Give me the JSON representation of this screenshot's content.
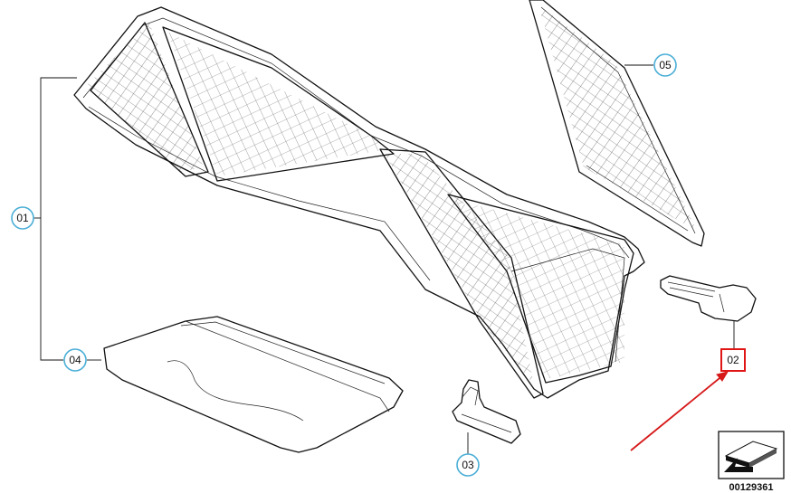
{
  "callouts": [
    {
      "id": "c01",
      "label": "01"
    },
    {
      "id": "c02",
      "label": "02"
    },
    {
      "id": "c03",
      "label": "03"
    },
    {
      "id": "c04",
      "label": "04"
    },
    {
      "id": "c05",
      "label": "05"
    }
  ],
  "highlighted_callout": "02",
  "reference_number": "00129361",
  "colors": {
    "callout_ring": "#4aaed6",
    "highlight": "#e01515",
    "arrow": "#d61818",
    "line": "#111111"
  },
  "icons": [
    "direction-arrow-icon"
  ]
}
